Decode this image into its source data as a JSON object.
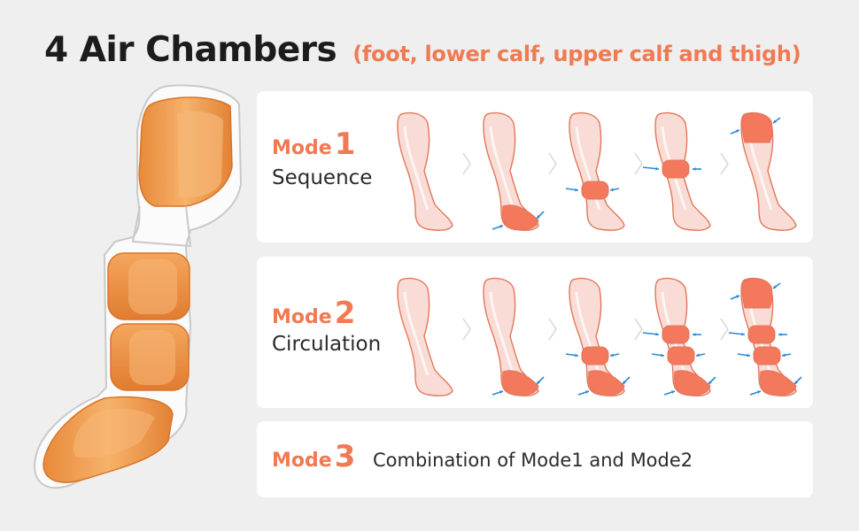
{
  "header": {
    "title": "4 Air Chambers",
    "subtitle": "(foot, lower calf, upper calf and thigh)"
  },
  "colors": {
    "accent": "#f07a52",
    "leg_fill": "#f9dcd6",
    "leg_stroke": "#e2775a",
    "chamber_fill": "#f3785c",
    "arrow_blue": "#2a8ad6",
    "device_orange": "#f09a4a"
  },
  "modes": [
    {
      "word": "Mode",
      "number": "1",
      "name": "Sequence",
      "steps": [
        [],
        [
          "foot"
        ],
        [
          "lowercalf"
        ],
        [
          "uppercalf"
        ],
        [
          "thigh"
        ]
      ]
    },
    {
      "word": "Mode",
      "number": "2",
      "name": "Circulation",
      "steps": [
        [],
        [
          "foot"
        ],
        [
          "foot",
          "lowercalf"
        ],
        [
          "foot",
          "lowercalf",
          "uppercalf"
        ],
        [
          "foot",
          "lowercalf",
          "uppercalf",
          "thigh"
        ]
      ]
    },
    {
      "word": "Mode",
      "number": "3",
      "description": "Combination of Mode1 and Mode2"
    }
  ],
  "icons": {
    "device": "leg-compression-device-icon",
    "step_arrow": "chevron-right-icon",
    "pressure_arrow": "pressure-arrow-icon"
  }
}
